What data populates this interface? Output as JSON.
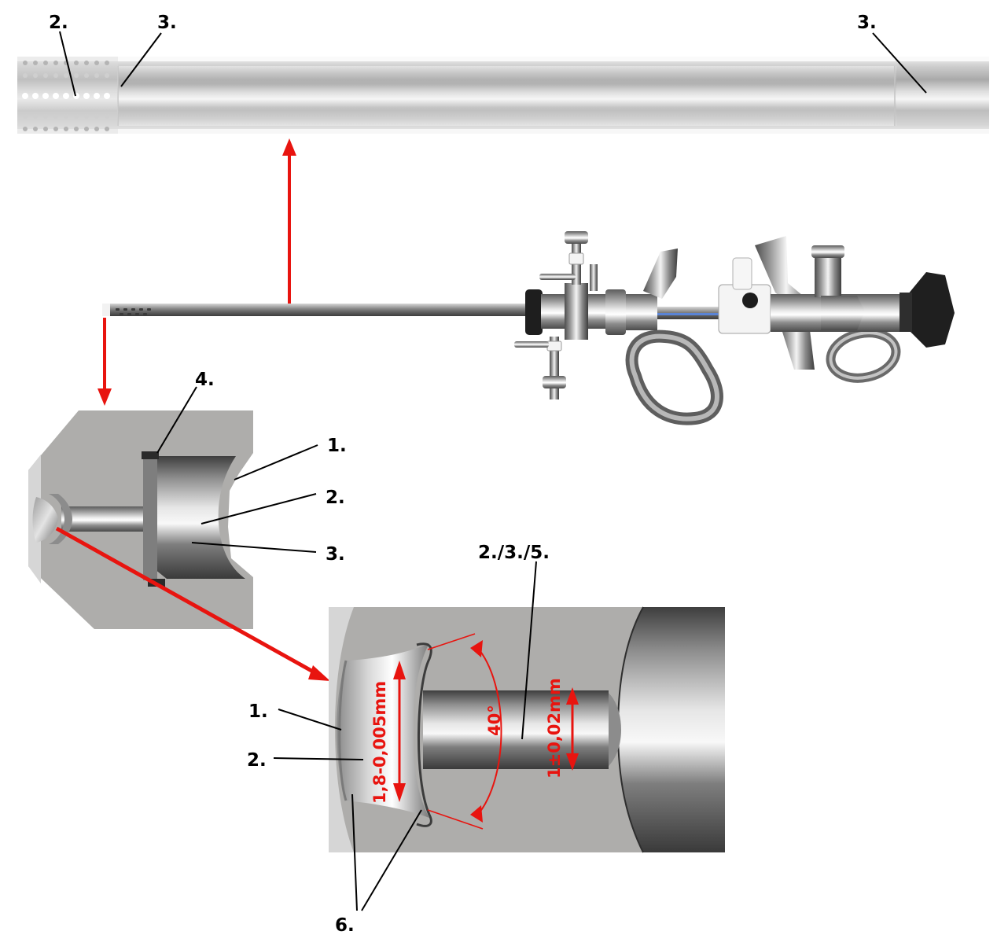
{
  "colors": {
    "annotation": "#e8140f",
    "label": "#000000",
    "steel_light": "#e9e9e9",
    "steel_mid": "#b4b4b4",
    "steel_dark": "#5a5a5a",
    "section_gray": "#aeadab",
    "section_light": "#d6d6d6",
    "insulation_white": "#f4f4f4",
    "optic_black": "#1f1f1f",
    "fiber_blue": "#5a84d6"
  },
  "labels": {
    "top_holes": "2.",
    "top_left_edge": "3.",
    "top_right_edge": "3.",
    "section_groove": "4.",
    "section_outer": "1.",
    "section_face": "2.",
    "section_inner": "3.",
    "detail_shaft": "2./3./5.",
    "detail_edge": "1.",
    "detail_face": "2.",
    "detail_corners": "6."
  },
  "dimensions": {
    "flange_diameter": "1,8-0,005mm",
    "shaft_diameter": "1±0,02mm",
    "cone_angle": "40°"
  },
  "icons": {
    "resectoscope": "resectoscope-icon",
    "arrow": "arrow-icon"
  }
}
